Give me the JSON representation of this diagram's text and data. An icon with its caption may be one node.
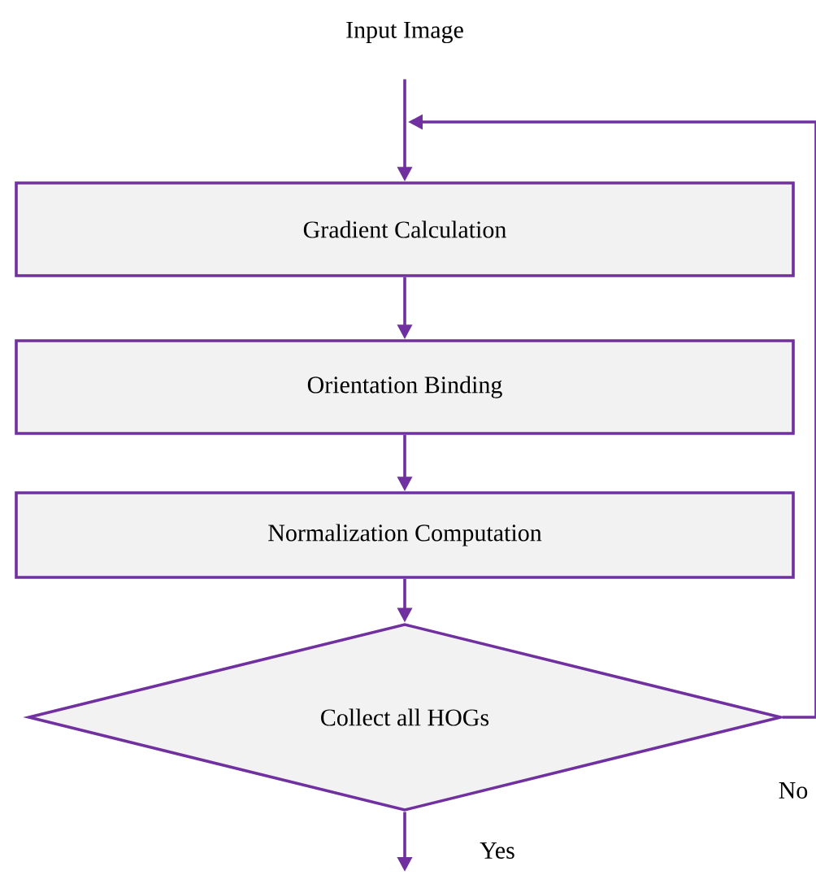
{
  "diagram": {
    "nodes": [
      {
        "text": [
          "Input Image"
        ]
      },
      {
        "text": [
          "Gradient Calculation"
        ]
      },
      {
        "text": [
          "Orientation Binding"
        ]
      },
      {
        "text": [
          "Normalization Computation"
        ]
      },
      {
        "text": [
          "Collect all HOGs"
        ]
      }
    ],
    "edges": [
      {
        "from": 0,
        "to": 1,
        "arrow": "to"
      },
      {
        "from": 1,
        "to": 2,
        "arrow": "to"
      },
      {
        "from": 2,
        "to": 3,
        "arrow": "to"
      },
      {
        "from": 3,
        "to": 4,
        "arrow": "to"
      },
      {
        "from": 4,
        "to": 1,
        "arrow": "to",
        "label": "No"
      },
      {
        "from": 4,
        "to": null,
        "arrow": "to",
        "label": "Yes"
      }
    ]
  }
}
